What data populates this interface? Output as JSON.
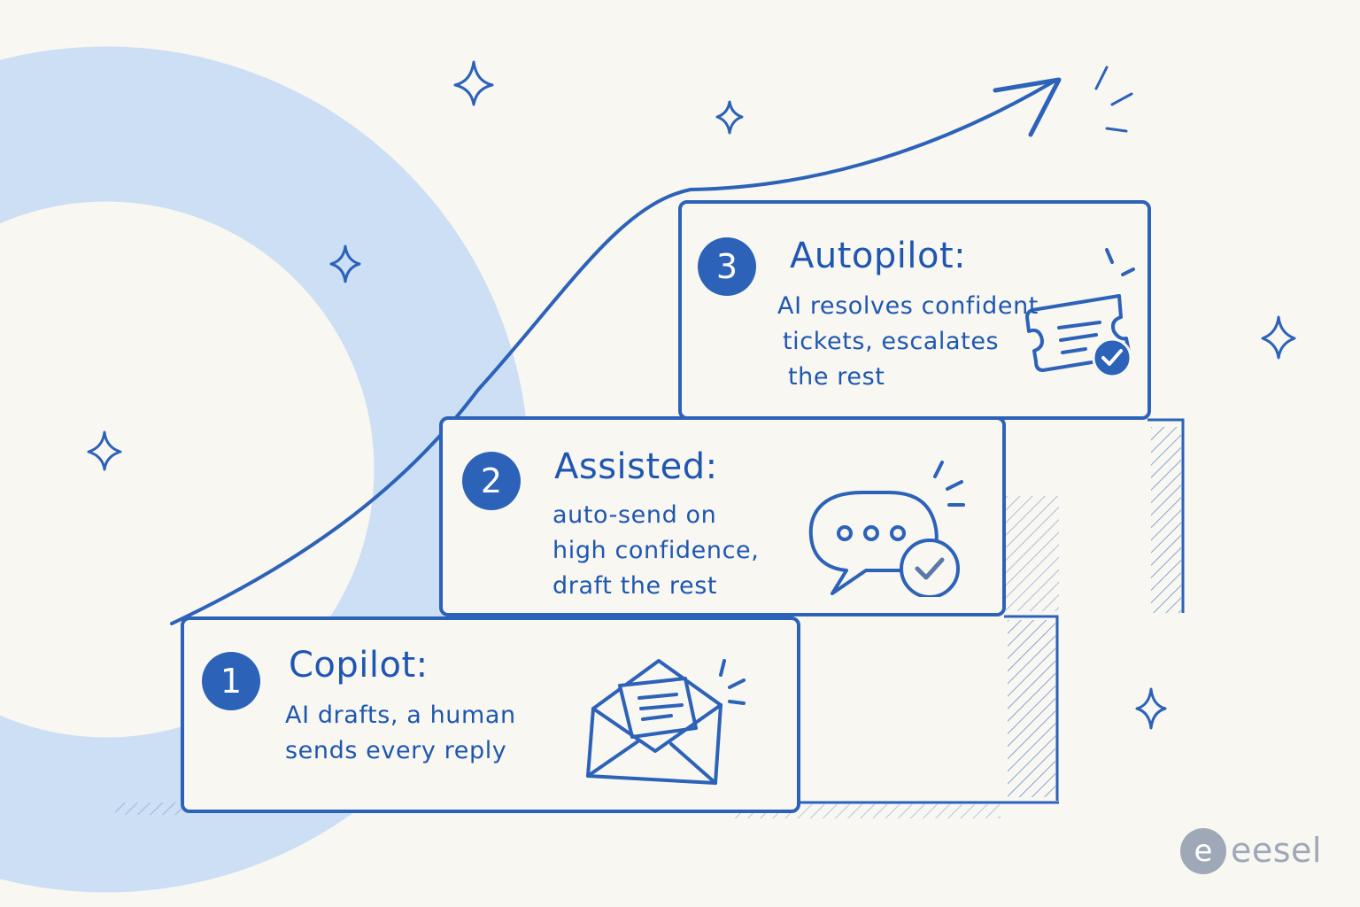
{
  "steps": [
    {
      "number": "1",
      "title": "Copilot:",
      "lines": [
        "AI drafts, a human",
        "sends every reply"
      ],
      "icon": "envelope-icon"
    },
    {
      "number": "2",
      "title": "Assisted:",
      "lines": [
        "auto-send on",
        "high confidence,",
        "draft the rest"
      ],
      "icon": "chat-bubble-check-icon"
    },
    {
      "number": "3",
      "title": "Autopilot:",
      "lines": [
        "AI resolves confident",
        "tickets, escalates",
        "the rest"
      ],
      "icon": "ticket-check-icon"
    }
  ],
  "brand": {
    "name": "eesel",
    "letter": "e"
  },
  "colors": {
    "accent": "#2c62b8",
    "ring": "#cddff4",
    "background": "#f8f7f2",
    "logo": "#9ea8b6"
  }
}
